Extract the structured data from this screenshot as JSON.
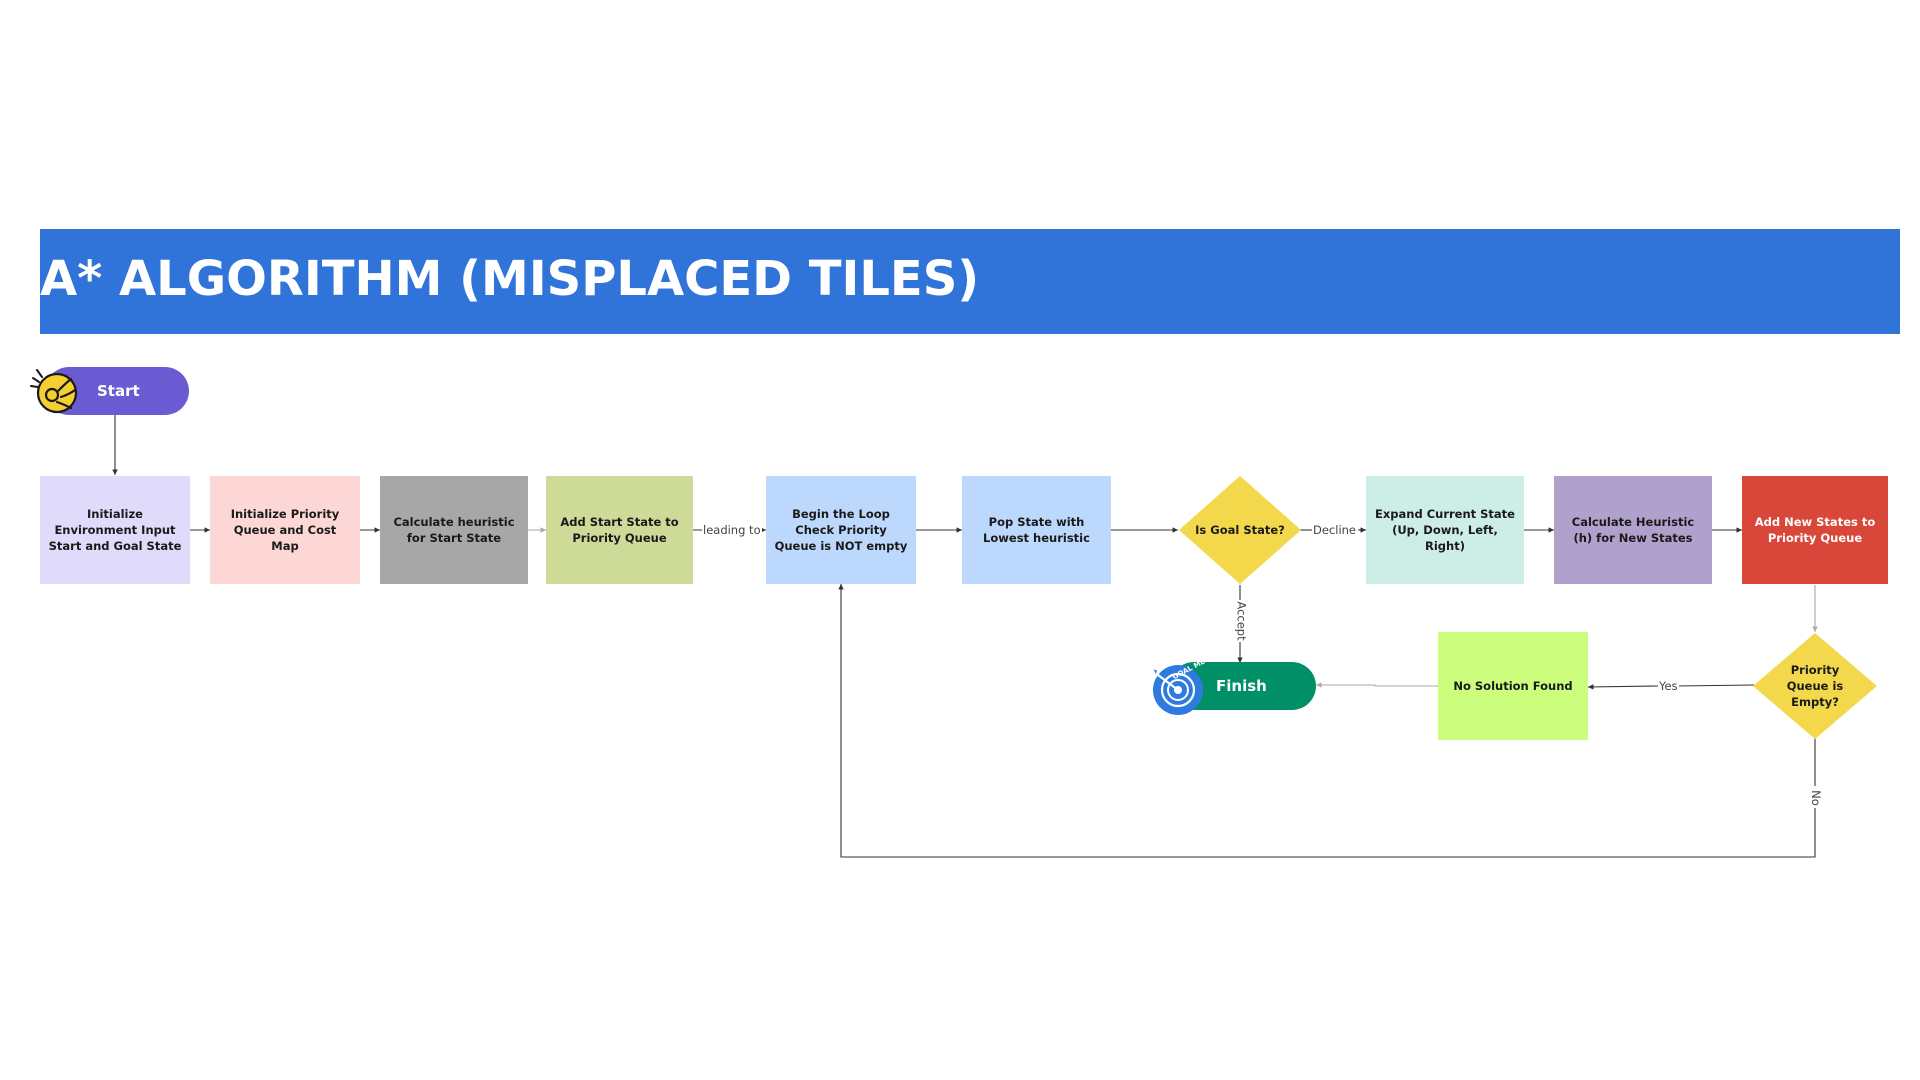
{
  "title": "A* ALGORITHM (MISPLACED TILES)",
  "colors": {
    "banner": "#3074d9",
    "start_pill": "#6a5bd2",
    "finish_pill": "#008f67",
    "decision": "#f2d84a",
    "connector": "#333333"
  },
  "start": {
    "label": "Start",
    "icon": "ok-hand-icon"
  },
  "finish": {
    "label": "Finish",
    "icon": "goal-met-target-icon",
    "badge_text": "GOAL MET!"
  },
  "steps": {
    "init_env": "Initialize Environment Input Start and Goal State",
    "init_queue": "Initialize Priority Queue and Cost Map",
    "calc_heuristic": "Calculate heuristic for Start State",
    "add_start": "Add Start State to Priority Queue",
    "begin_loop": "Begin the Loop Check Priority Queue is NOT empty",
    "pop_state": "Pop State with Lowest heuristic",
    "expand": "Expand Current State (Up, Down, Left, Right)",
    "calc_h_new": "Calculate Heuristic (h) for New States",
    "add_new": "Add New States to Priority Queue",
    "no_solution": "No Solution Found"
  },
  "decisions": {
    "is_goal": "Is Goal State?",
    "queue_empty": "Priority Queue is Empty?"
  },
  "edge_labels": {
    "leading_to": "leading to",
    "decline": "Decline",
    "accept": "Accept",
    "yes": "Yes",
    "no": "No"
  }
}
